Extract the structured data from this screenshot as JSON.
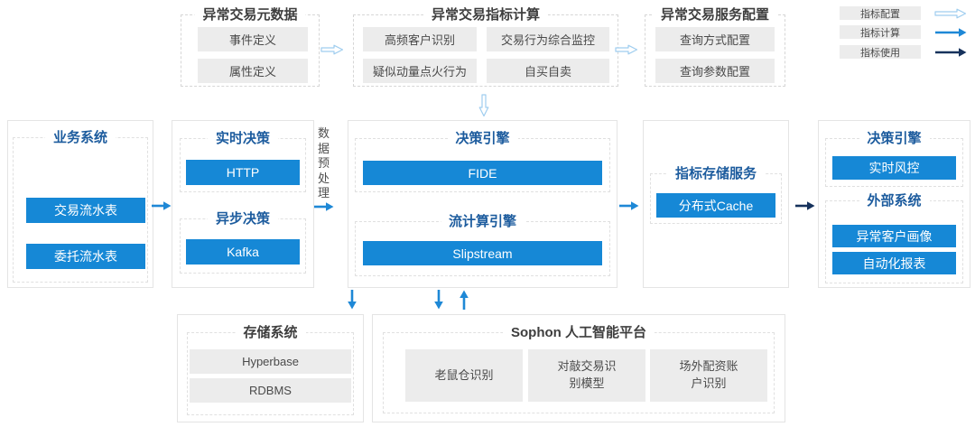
{
  "colors": {
    "accent_blue": "#1688d6",
    "dark_navy": "#16325c",
    "light_blue_outline": "#9fcdef",
    "title_blue": "#1d5c9e",
    "chip_gray": "#ececec"
  },
  "top_row": {
    "metadata_box": {
      "title": "异常交易元数据",
      "items": [
        "事件定义",
        "属性定义"
      ]
    },
    "calc_box": {
      "title": "异常交易指标计算",
      "items": [
        "高频客户识别",
        "交易行为综合监控",
        "疑似动量点火行为",
        "自买自卖"
      ]
    },
    "config_box": {
      "title": "异常交易服务配置",
      "items": [
        "查询方式配置",
        "查询参数配置"
      ]
    }
  },
  "legend": {
    "items": [
      {
        "label": "指标配置",
        "style": "outline-light-blue-arrow"
      },
      {
        "label": "指标计算",
        "style": "solid-blue-arrow"
      },
      {
        "label": "指标使用",
        "style": "solid-navy-arrow"
      }
    ]
  },
  "middle_row": {
    "business_box": {
      "title": "业务系统",
      "items": [
        "交易流水表",
        "委托流水表"
      ]
    },
    "decision_box": {
      "sections": [
        {
          "title": "实时决策",
          "item": "HTTP"
        },
        {
          "title": "异步决策",
          "item": "Kafka"
        }
      ]
    },
    "preprocess_label": "数据预处理",
    "engine_box": {
      "sections": [
        {
          "title": "决策引擎",
          "item": "FIDE"
        },
        {
          "title": "流计算引擎",
          "item": "Slipstream"
        }
      ]
    },
    "index_store_box": {
      "title": "指标存储服务",
      "item": "分布式Cache"
    },
    "output_box": {
      "sections": [
        {
          "title": "决策引擎",
          "items": [
            "实时风控"
          ]
        },
        {
          "title": "外部系统",
          "items": [
            "异常客户画像",
            "自动化报表"
          ]
        }
      ]
    }
  },
  "bottom_row": {
    "storage_box": {
      "title": "存储系统",
      "items": [
        "Hyperbase",
        "RDBMS"
      ]
    },
    "sophon_box": {
      "title": "Sophon 人工智能平台",
      "items": [
        "老鼠仓识别",
        "对敲交易识别模型",
        "场外配资账户识别"
      ]
    }
  }
}
